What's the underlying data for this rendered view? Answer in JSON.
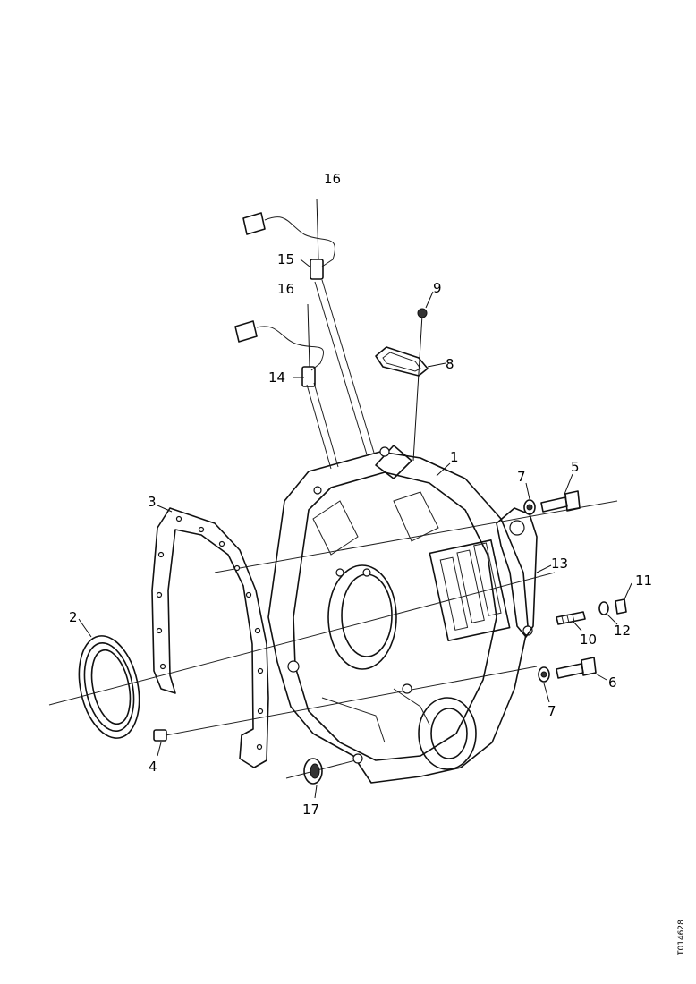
{
  "labels": {
    "l1": "1",
    "l2": "2",
    "l3": "3",
    "l4": "4",
    "l5": "5",
    "l6": "6",
    "l7a": "7",
    "l7b": "7",
    "l8": "8",
    "l9": "9",
    "l10": "10",
    "l11": "11",
    "l12": "12",
    "l13": "13",
    "l14": "14",
    "l15": "15",
    "l16a": "16",
    "l16b": "16",
    "l17": "17"
  },
  "document_id": "T014628"
}
